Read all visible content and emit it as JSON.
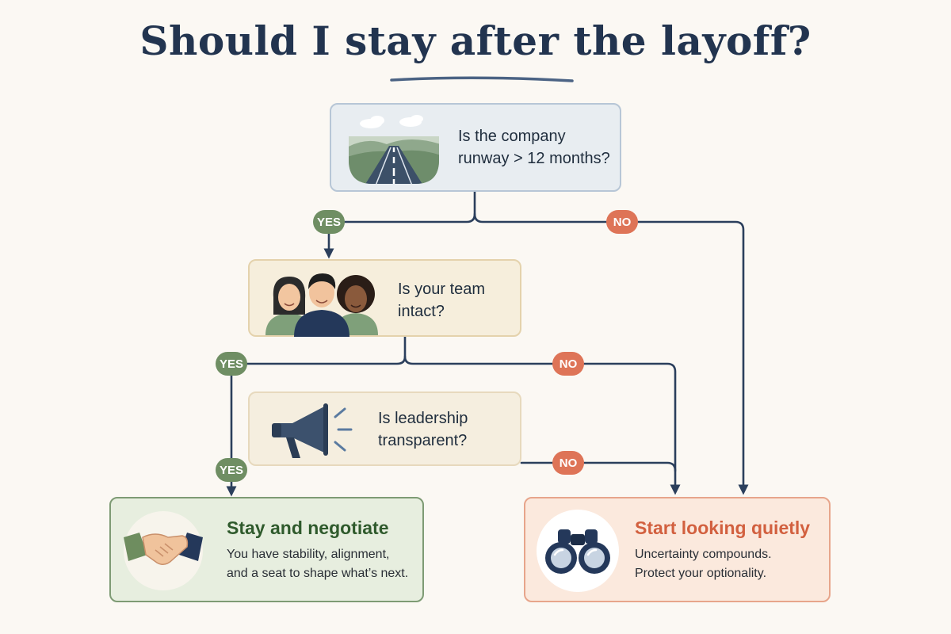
{
  "title": "Should I stay after the layoff?",
  "nodes": {
    "q1": {
      "line1": "Is the company",
      "line2": "runway > 12 months?"
    },
    "q2": {
      "line1": "Is your team",
      "line2": "intact?"
    },
    "q3": {
      "line1": "Is leadership",
      "line2": "transparent?"
    },
    "stay": {
      "title": "Stay and negotiate",
      "line1": "You have stability, alignment,",
      "line2": "and a seat to shape what’s next."
    },
    "leave": {
      "title": "Start looking quietly",
      "line1": "Uncertainty compounds.",
      "line2": "Protect your optionality."
    }
  },
  "badges": {
    "yes": "YES",
    "no": "NO"
  },
  "icons": {
    "q1": "runway-road-icon",
    "q2": "team-people-icon",
    "q3": "megaphone-icon",
    "stay": "handshake-icon",
    "leave": "binoculars-icon"
  },
  "colors": {
    "title": "#22344f",
    "connector": "#2b3f5c",
    "yes": "#6f8e63",
    "no": "#de7457",
    "stay_accent": "#2f5a2c",
    "leave_accent": "#d2603f"
  }
}
